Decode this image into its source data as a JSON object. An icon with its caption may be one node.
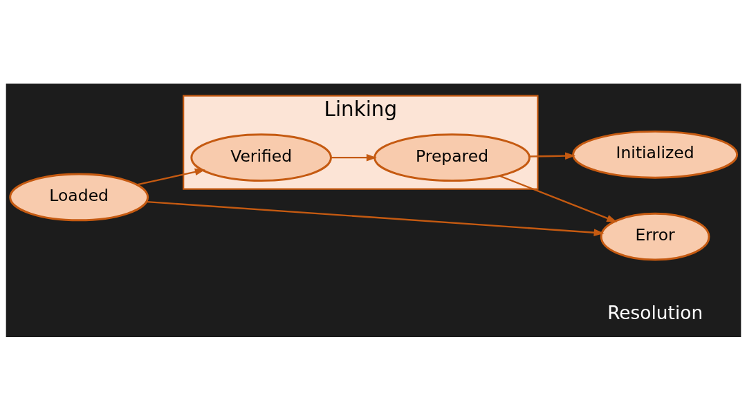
{
  "diagram": {
    "nodes": [
      {
        "text": [
          "Linking"
        ]
      },
      {
        "text": [
          "Verified"
        ],
        "in": 0
      },
      {
        "text": [
          "Prepared"
        ],
        "in": 0
      },
      {
        "text": [
          "Initialized"
        ]
      },
      {
        "text": [
          "Loaded"
        ]
      },
      {
        "text": [
          "Error"
        ]
      }
    ],
    "edges": [
      {
        "from": 4,
        "to": 1,
        "arrow": "to"
      },
      {
        "from": 4,
        "to": 5,
        "arrow": "to"
      },
      {
        "from": 1,
        "to": 2,
        "arrow": "to"
      },
      {
        "from": 2,
        "to": 3,
        "arrow": "to"
      },
      {
        "from": 2,
        "to": 5,
        "arrow": "to"
      }
    ],
    "labels": [
      "Resolution"
    ]
  }
}
